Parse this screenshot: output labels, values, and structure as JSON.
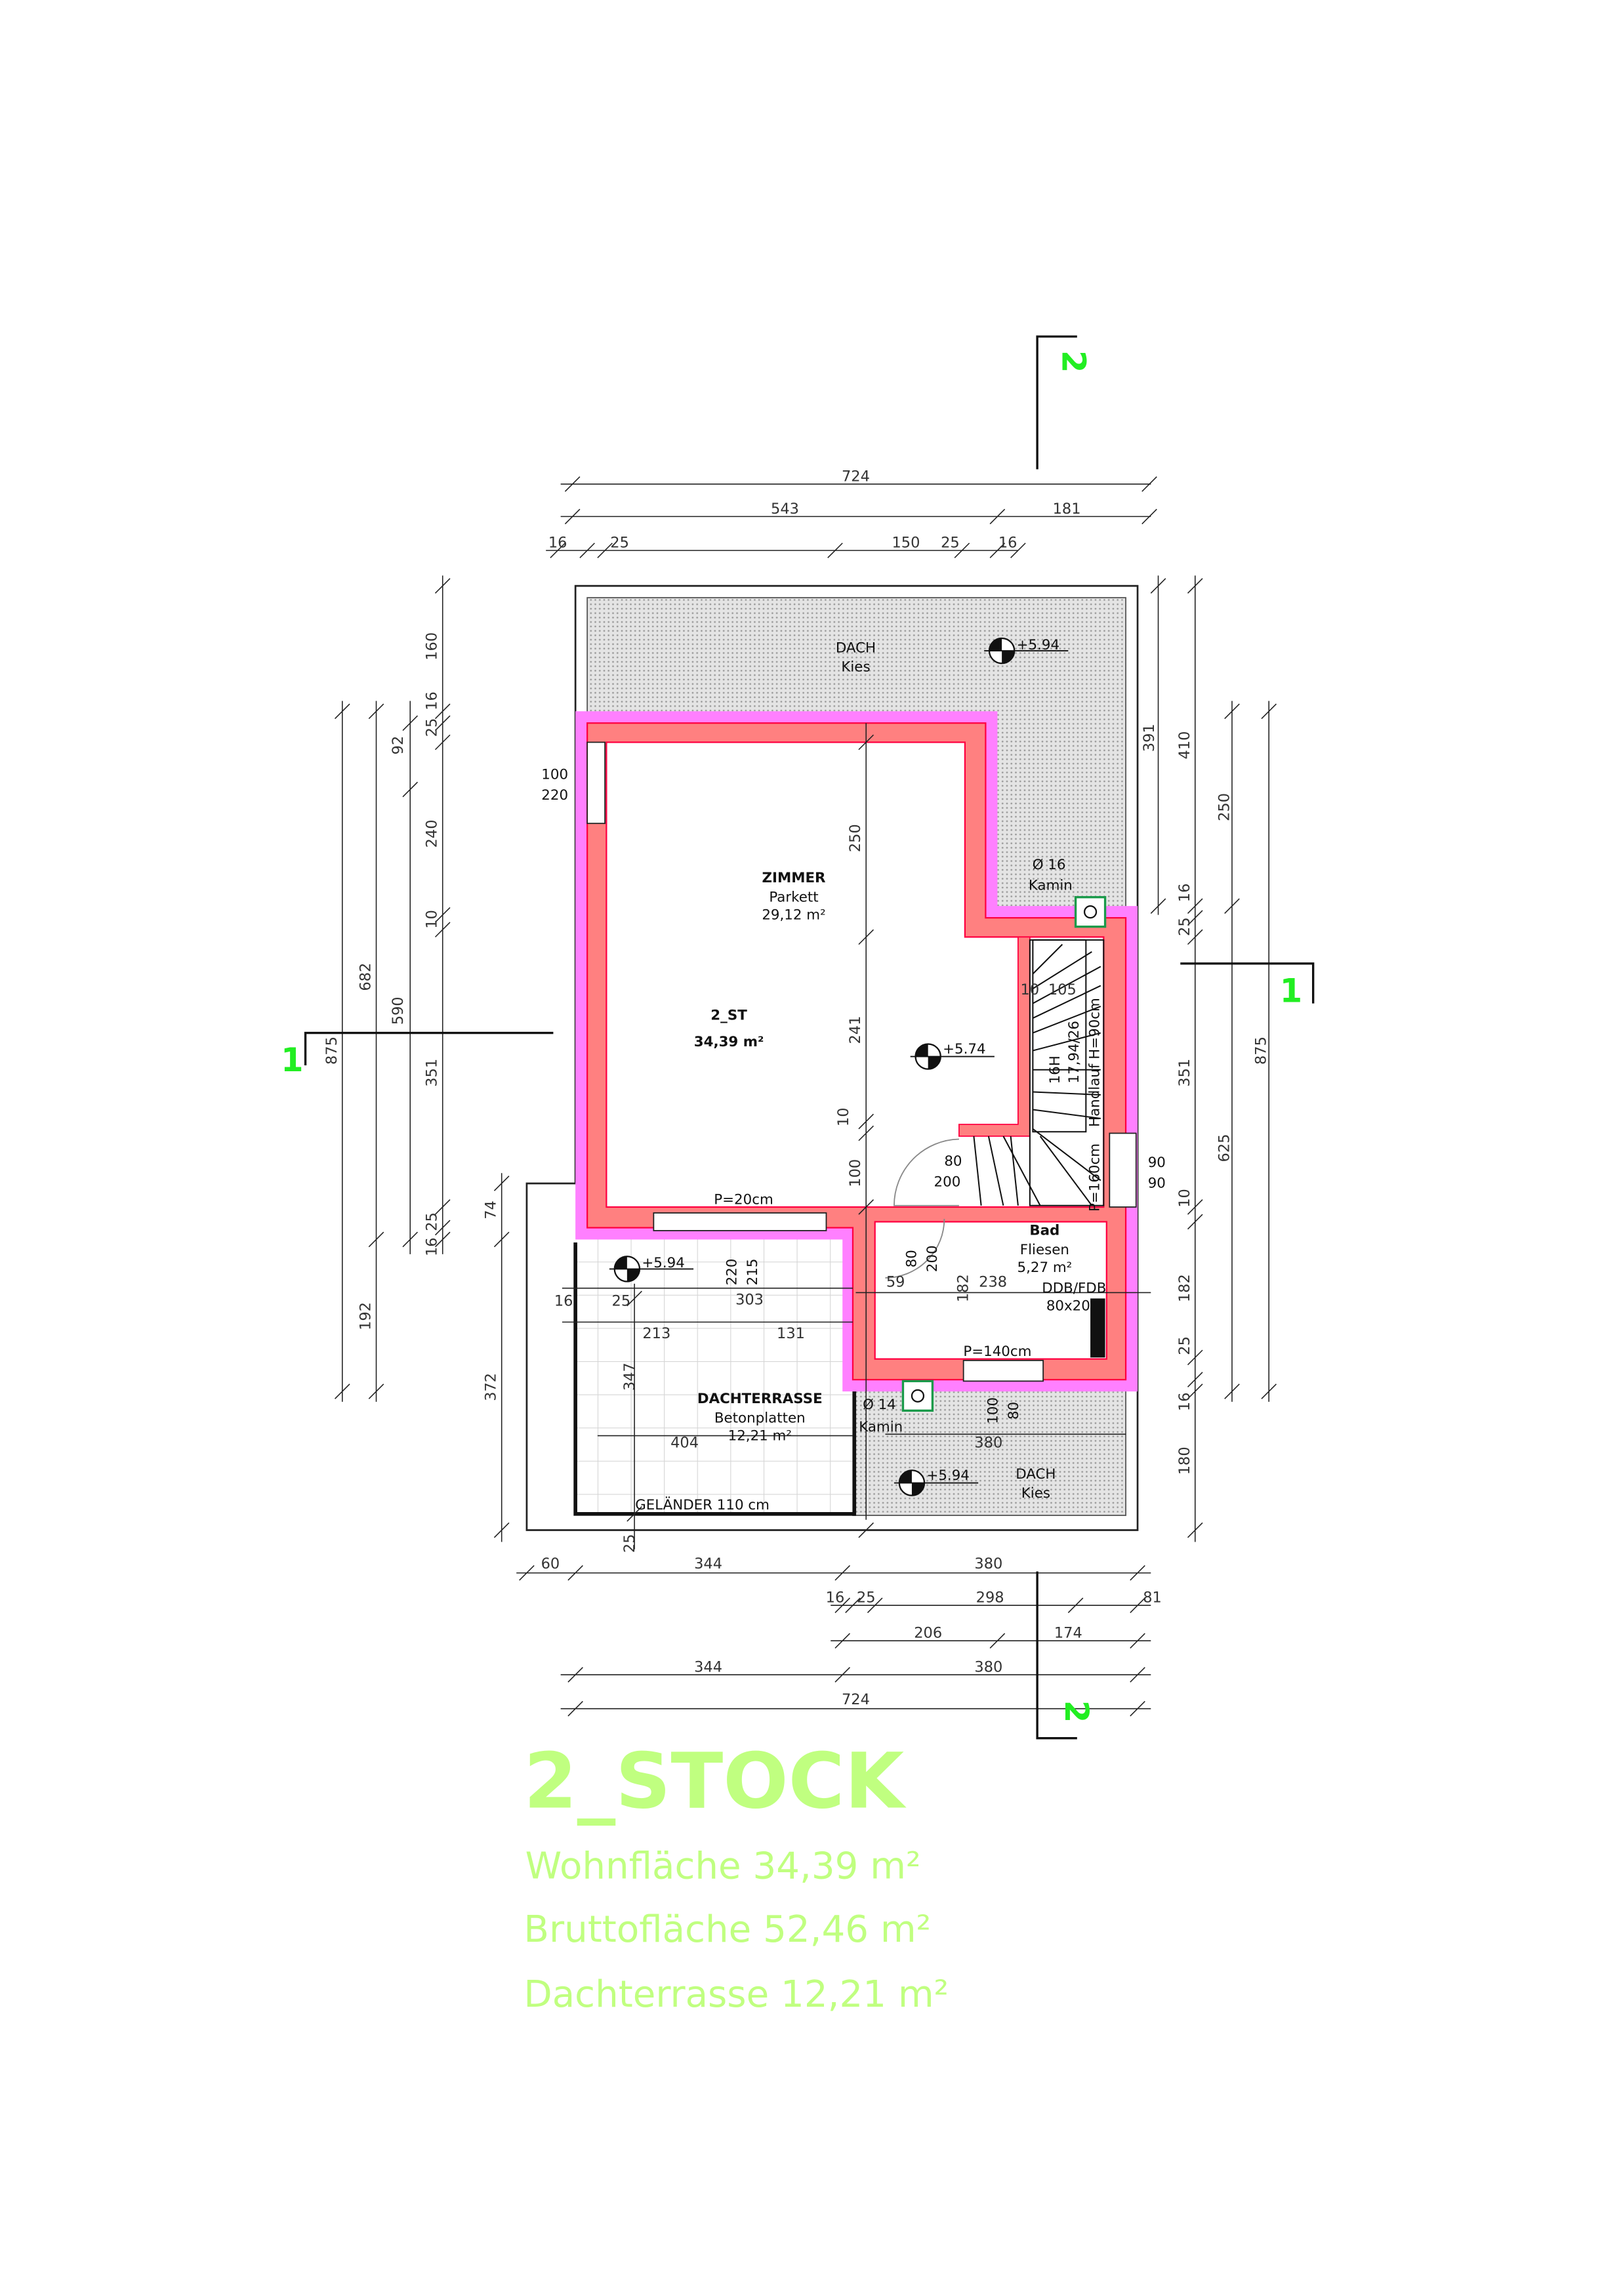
{
  "title": {
    "floor": "2_STOCK",
    "wohnflaeche": "Wohnfläche  34,39 m²",
    "bruttoflaeche": "Bruttofläche  52,46 m²",
    "dachterrasse": "Dachterrasse 12,21 m²"
  },
  "colors": {
    "wall_outer": "#ff80ff",
    "wall": "#ff8080",
    "wall_edge": "#ff0040",
    "title": "#c0ff80",
    "section": "#22ee22"
  },
  "sections": {
    "top": "2",
    "bottom": "2",
    "left": "1",
    "right": "1"
  },
  "rooms": {
    "zimmer": {
      "name": "ZIMMER",
      "floor": "Parkett",
      "area": "29,12 m²"
    },
    "summary": {
      "name": "2_ST",
      "area": "34,39 m²"
    },
    "bad": {
      "name": "Bad",
      "floor": "Fliesen",
      "area": "5,27 m²"
    },
    "terrasse": {
      "name": "DACHTERRASSE",
      "floor": "Betonplatten",
      "area": "12,21 m²"
    },
    "dach_top": {
      "name": "DACH",
      "floor": "Kies"
    },
    "dach_bottom": {
      "name": "DACH",
      "floor": "Kies"
    }
  },
  "elevations": {
    "roof_top": "+5.94",
    "floor": "+5.74",
    "terrace": "+5.94",
    "roof_bottom": "+5.94"
  },
  "annotations": {
    "kamin1_d": "Ø 16",
    "kamin1": "Kamin",
    "kamin2_d": "Ø 14",
    "kamin2": "Kamin",
    "window_left_w": "100",
    "window_left_h": "220",
    "door_stair_w": "80",
    "door_stair_h": "200",
    "window_stair_w": "90",
    "window_stair_h": "90",
    "parapet_zimmer": "P=20cm",
    "terrace_door_w": "220",
    "terrace_door_h": "215",
    "bath_door_w": "80",
    "bath_door_h": "200",
    "ddb": "DDB/FDB",
    "ddb_size": "80x20",
    "parapet_bad": "P=140cm",
    "window_bad_w": "100",
    "window_bad_h": "80",
    "stair_h": "16H",
    "stair_ratio": "17,94/26",
    "handrail": "Handlauf H=90cm",
    "stair_p": "P=160cm",
    "stair_d1": "10",
    "stair_d2": "105",
    "railing": "GELÄNDER 110 cm"
  },
  "dimensions": {
    "top": [
      "724",
      "543",
      "181",
      "16",
      "25",
      "150",
      "25",
      "16"
    ],
    "left": [
      "875",
      "682",
      "192",
      "92",
      "590",
      "160",
      "25",
      "16",
      "240",
      "10",
      "351",
      "25",
      "16",
      "74",
      "372"
    ],
    "right": [
      "391",
      "410",
      "16",
      "25",
      "351",
      "10",
      "182",
      "25",
      "16",
      "180",
      "250",
      "625",
      "875"
    ],
    "inner": [
      "250",
      "241",
      "10",
      "100",
      "303",
      "16",
      "25",
      "213",
      "131",
      "347",
      "404",
      "25",
      "59",
      "182",
      "238",
      "380"
    ],
    "bottom": [
      "60",
      "344",
      "380",
      "16",
      "25",
      "298",
      "81",
      "206",
      "174",
      "344",
      "380",
      "724"
    ]
  }
}
